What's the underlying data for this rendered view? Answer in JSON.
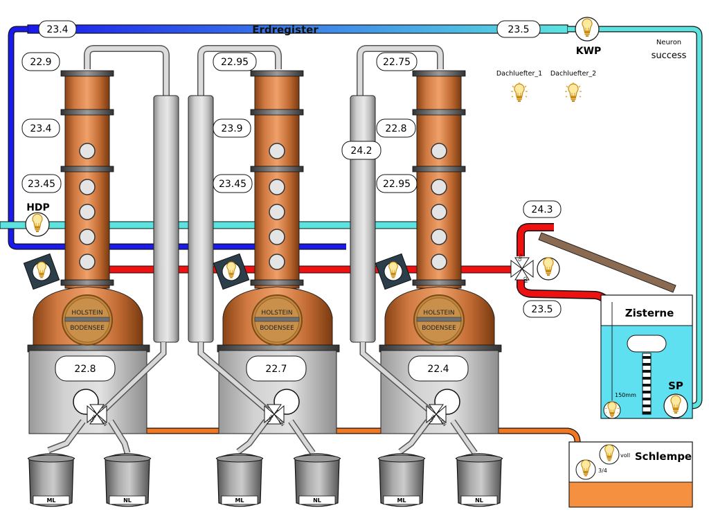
{
  "header": {
    "title": "Erdregister",
    "left_temp": "23.4",
    "right_temp": "23.5"
  },
  "pumps": {
    "kwp_label": "KWP",
    "hdp_label": "HDP",
    "sp_label": "SP"
  },
  "status": {
    "neuron_label": "Neuron",
    "neuron_state": "success"
  },
  "fans": [
    {
      "label": "Dachluefter_1"
    },
    {
      "label": "Dachluefter_2"
    }
  ],
  "stills": [
    {
      "top_temp": "22.9",
      "mid_temp": "23.4",
      "low_temp": "23.45",
      "kettle_temp": "22.8",
      "plaque_line1": "HOLSTEIN",
      "plaque_line2": "BODENSEE",
      "bucket_left": "ML",
      "bucket_right": "NL",
      "valve_off": "OFF",
      "valve_on": "ON"
    },
    {
      "top_temp": "22.95",
      "mid_temp": "23.9",
      "low_temp": "23.45",
      "kettle_temp": "22.7",
      "plaque_line1": "HOLSTEIN",
      "plaque_line2": "BODENSEE",
      "bucket_left": "ML",
      "bucket_right": "NL",
      "valve_off": "OFF",
      "valve_on": "ON"
    },
    {
      "top_temp": "22.75",
      "mid_temp": "22.8",
      "low_temp": "22.95",
      "condenser_temp": "24.2",
      "kettle_temp": "22.4",
      "plaque_line1": "HOLSTEIN",
      "plaque_line2": "BODENSEE",
      "bucket_left": "ML",
      "bucket_right": "NL",
      "valve_off": "OFF",
      "valve_on": "ON"
    }
  ],
  "heat": {
    "upper_temp": "24.3",
    "lower_temp": "23.5",
    "valve_off": "OFF",
    "valve_on": "ON"
  },
  "cistern": {
    "title": "Zisterne",
    "level_label": "150mm"
  },
  "schlempe": {
    "title": "Schlempe",
    "full_label": "voll",
    "three_quarter_label": "3/4"
  },
  "colors": {
    "copper": "#c8703a",
    "cold_blue": "#1a1aee",
    "cyan": "#5ce3e0",
    "hot_red": "#ee1111",
    "orange_pipe": "#f07820",
    "cistern_water": "#5fe0f0",
    "schlempe_fill": "#f59040"
  }
}
